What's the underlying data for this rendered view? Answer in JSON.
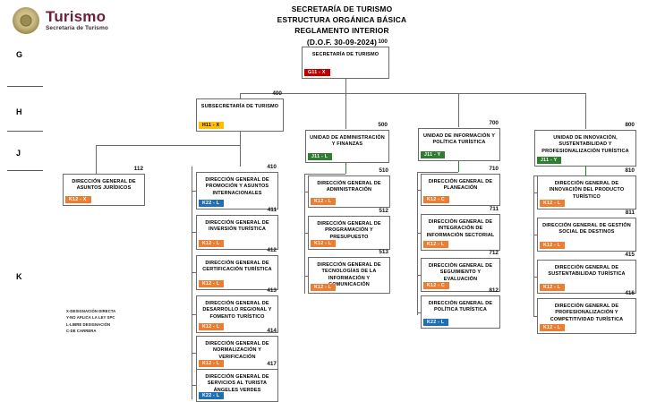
{
  "header": {
    "logo_title": "Turismo",
    "logo_subtitle": "Secretaría de Turismo",
    "title_line1": "SECRETARÍA DE TURISMO",
    "title_line2": "ESTRUCTURA ORGÁNICA BÁSICA",
    "title_line3": "REGLAMENTO INTERIOR",
    "title_line4": "(D.O.F. 30-09-2024)"
  },
  "levels": [
    {
      "letter": "G"
    },
    {
      "letter": "H"
    },
    {
      "letter": "J"
    },
    {
      "letter": "K"
    }
  ],
  "colors": {
    "badge_red": "#c00000",
    "badge_orange": "#ed7d31",
    "badge_amber": "#ffc000",
    "badge_green": "#2f7d32",
    "badge_blue": "#1f6fb5",
    "box_border": "#6b6b6b",
    "brand_maroon": "#6d1f36"
  },
  "nodes": {
    "secretaria": {
      "code": "100",
      "title": "SECRETARÍA DE TURISMO",
      "badge": "G11 - X"
    },
    "subsecretaria": {
      "code": "400",
      "title": "SUBSECRETARÍA  DE TURISMO",
      "badge": "H11 - X"
    },
    "unidad_admin": {
      "code": "500",
      "title": "UNIDAD DE ADMINISTRACIÓN Y FINANZAS",
      "badge": "J11 - L"
    },
    "unidad_info": {
      "code": "700",
      "title": "UNIDAD  DE INFORMACIÓN  Y POLÍTICA  TURÍSTICA",
      "badge": "J11 - Y"
    },
    "unidad_innov": {
      "code": "800",
      "title": "UNIDAD  DE INNOVACIÓN, SUSTENTABILIDAD Y PROFESIONALIZACIÓN TURÍSTICA",
      "badge": "J11 - Y"
    },
    "juridicos": {
      "code": "112",
      "title": "DIRECCIÓN GENERAL DE ASUNTOS JURÍDICOS",
      "badge": "K12 - X"
    },
    "col400": [
      {
        "code": "410",
        "title": "DIRECCIÓN  GENERAL DE  PROMOCIÓN  Y ASUNTOS INTERNACIONALES",
        "badge": "K22 - L"
      },
      {
        "code": "411",
        "title": "DIRECCIÓN  GENERAL DE  INVERSIÓN TURÍSTICA",
        "badge": "K12 - L"
      },
      {
        "code": "412",
        "title": "DIRECCIÓN  GENERAL DE CERTIFICACIÓN TURÍSTICA",
        "badge": "K12 - L"
      },
      {
        "code": "413",
        "title": "DIRECCIÓN  GENERAL DE  DESARROLLO REGIONAL  Y FOMENTO TURÍSTICO",
        "badge": "K12 - L"
      },
      {
        "code": "414",
        "title": "DIRECCIÓN  GENERAL DE  NORMALIZACIÓN Y VERIFICACIÓN",
        "badge": "K12 - L"
      },
      {
        "code": "417",
        "title": "DIRECCIÓN  GENERAL DE  SERVICIOS  AL TURISTA  ÁNGELES VERDES",
        "badge": "K22 - L"
      }
    ],
    "col500": [
      {
        "code": "510",
        "title": "DIRECCIÓN  GENERAL DE  ADMINISTRACIÓN",
        "badge": "K12 - L"
      },
      {
        "code": "512",
        "title": "DIRECCIÓN  GENERAL DE  PROGRAMACIÓN  Y PRESUPUESTO",
        "badge": "K12 - L"
      },
      {
        "code": "513",
        "title": "DIRECCIÓN  GENERAL  DE TECNOLOGÍAS  DE  LA INFORMACIÓN  Y COMUNICACIÓN",
        "badge": "K12 - L"
      }
    ],
    "col700": [
      {
        "code": "710",
        "title": "DIRECCIÓN  GENERAL DE  PLANEACIÓN",
        "badge": "K12 - C"
      },
      {
        "code": "711",
        "title": "DIRECCIÓN  GENERAL DE  INTEGRACIÓN  DE INFORMACIÓN SECTORIAL",
        "badge": "K12 - L"
      },
      {
        "code": "712",
        "title": "DIRECCIÓN  GENERAL DE  SEGUIMIENTO  Y EVALUACIÓN",
        "badge": "K12 - C"
      },
      {
        "code": "812",
        "title": "DIRECCIÓN  GENERAL DE  POLÍTICA  TURÍSTICA",
        "badge": "K22 - L"
      }
    ],
    "col800": [
      {
        "code": "810",
        "title": "DIRECCIÓN   GENERAL DE  INNOVACIÓN  DEL PRODUCTO TURÍSTICO",
        "badge": "K12 - L"
      },
      {
        "code": "811",
        "title": "DIRECCIÓN  GENERAL DE  GESTIÓN  SOCIAL  DE DESTINOS",
        "badge": "K12 - L"
      },
      {
        "code": "415",
        "title": "DIRECCIÓN  GENERAL DE SUSTENTABILIDAD TURÍSTICA",
        "badge": "K12 - L"
      },
      {
        "code": "416",
        "title": "DIRECCIÓN  GENERAL DE PROFESIONALIZACIÓN  Y COMPETITIVIDAD TURÍSTICA",
        "badge": "K12 - L"
      }
    ]
  },
  "legend": [
    "X-DESIGNACIÓN  DIRECTA",
    "Y-NO  APLICA LA LEY SPC",
    "L-LIBRE DESIGNACIÓN",
    "C-DE CARRERA"
  ]
}
